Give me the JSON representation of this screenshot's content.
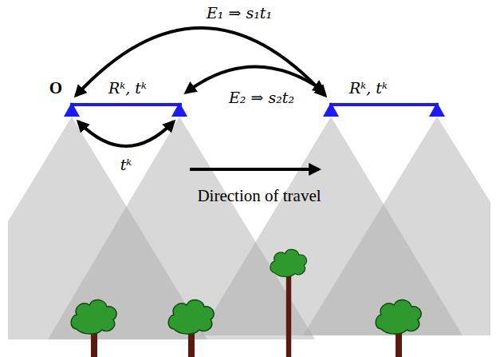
{
  "diagram": {
    "labels": [
      "E₁ ⇒ s₁t₁",
      "O",
      "Rᵏ, tᵏ",
      "E₂ ⇒ s₂t₂",
      "Rᵏ, tᵏ",
      "tᵏ",
      "Direction of travel"
    ]
  }
}
